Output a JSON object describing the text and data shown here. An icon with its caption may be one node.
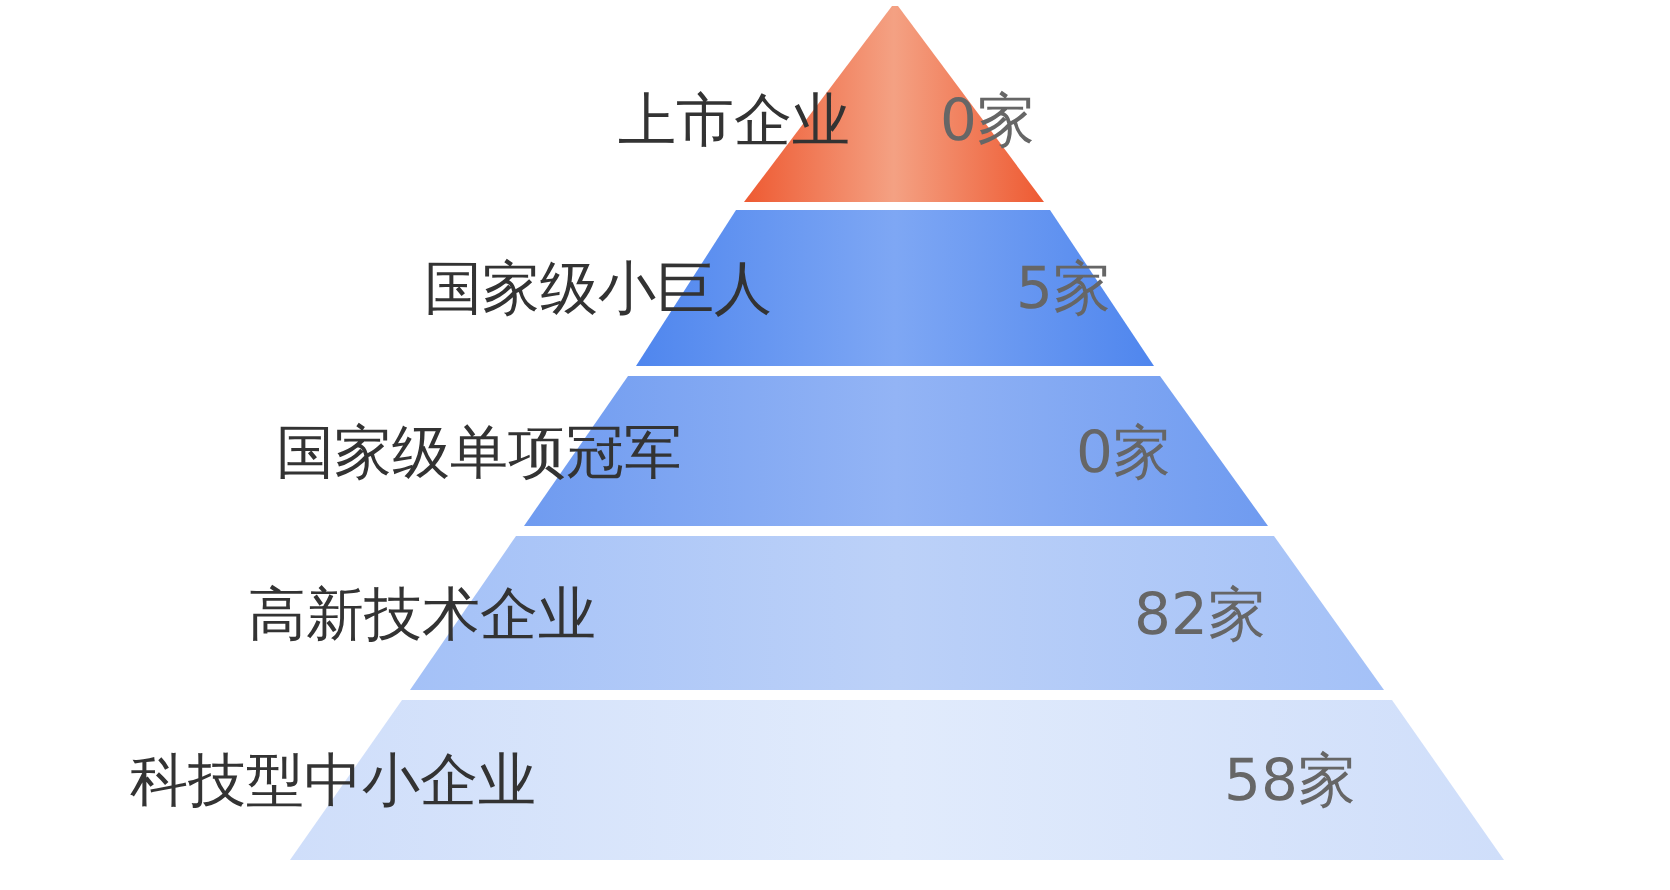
{
  "diagram": {
    "nodes": [
      {
        "text": [
          "上市企业",
          "0家"
        ]
      },
      {
        "text": [
          "国家级小巨人",
          "5家"
        ]
      },
      {
        "text": [
          "国家级单项冠军",
          "0家"
        ]
      },
      {
        "text": [
          "高新技术企业",
          "82家"
        ]
      },
      {
        "text": [
          "科技型中小企业",
          "58家"
        ]
      }
    ]
  }
}
